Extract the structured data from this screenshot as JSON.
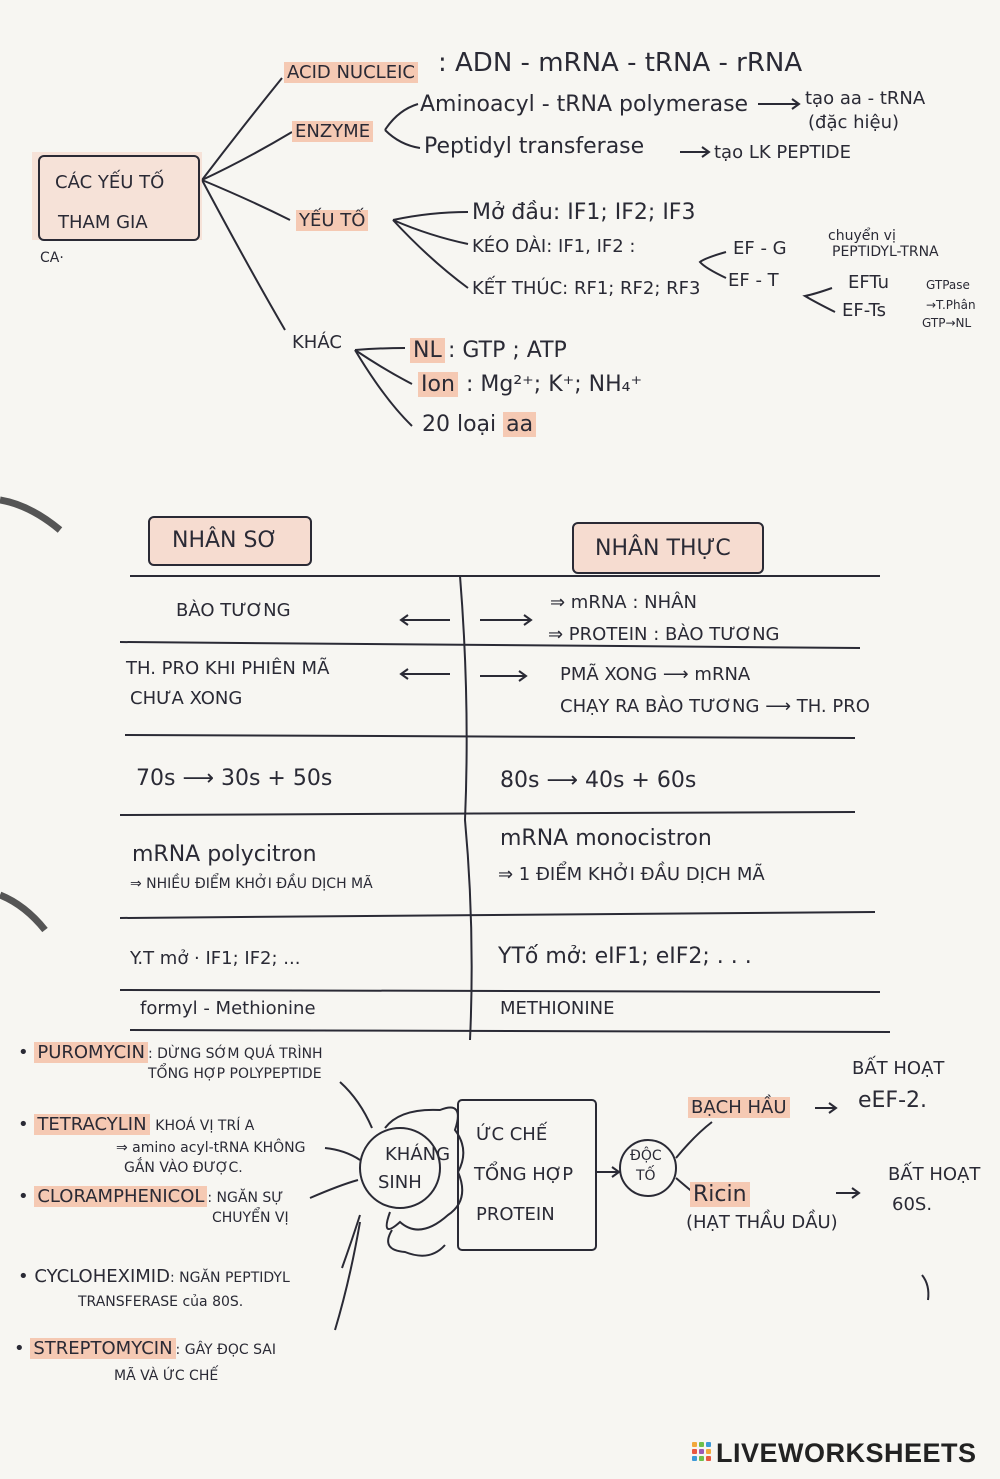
{
  "mindmap": {
    "root": {
      "line1": "CÁC YẾU TỐ",
      "line2": "THAM GIA",
      "note": "CA·"
    },
    "acid": {
      "label": "ACID NUCLEIC",
      "value": ": ADN - mRNA - tRNA - rRNA"
    },
    "enzyme": {
      "label": "ENZYME",
      "item1": "Aminoacyl - tRNA polymerase",
      "item1_result_line1": "tạo aa - tRNA",
      "item1_result_line2": "(đặc hiệu)",
      "item2": "Peptidyl transferase",
      "item2_result": "tạo LK PEPTIDE"
    },
    "factors": {
      "label": "YẾU TỐ",
      "init": "Mở đầu: IF1; IF2; IF3",
      "elong": "KÉO DÀI: IF1, IF2 :",
      "term": "KẾT THÚC: RF1; RF2; RF3",
      "efg": "EF - G",
      "efg_note_line1": "chuyển vị",
      "efg_note_line2": "PEPTIDYL-TRNA",
      "eft": "EF - T",
      "eftu": "EFTu",
      "efts": "EF-Ts",
      "gtp_line1": "GTPase",
      "gtp_line2": "→T.Phân",
      "gtp_line3": "GTP→NL"
    },
    "other": {
      "label": "KHÁC",
      "nl_label": "NL",
      "nl_value": ": GTP ; ATP",
      "ion_label": "Ion",
      "ion_value": ": Mg²⁺; K⁺; NH₄⁺",
      "aa_prefix": "20 loại ",
      "aa_highlight": "aa"
    }
  },
  "comparison": {
    "left_header": "NHÂN SƠ",
    "right_header": "NHÂN THỰC",
    "rows": [
      {
        "left": "BÀO TƯƠNG",
        "right1": "⇒ mRNA : NHÂN",
        "right2": "⇒ PROTEIN : BÀO TƯƠNG"
      },
      {
        "left1": "TH. PRO KHI PHIÊN MÃ",
        "left2": "CHƯA XONG",
        "right1": "PMÃ XONG ⟶ mRNA",
        "right2": "CHẠY RA BÀO TƯƠNG ⟶ TH. PRO"
      },
      {
        "left": "70s ⟶ 30s + 50s",
        "right": "80s ⟶ 40s + 60s"
      },
      {
        "left1": "mRNA polycitron",
        "left2": "⇒ NHIỀU ĐIỂM KHỞI ĐẦU DỊCH MÃ",
        "right1": "mRNA monocistron",
        "right2": "⇒ 1 ĐIỂM KHỞI ĐẦU DỊCH MÃ"
      },
      {
        "left": "Y.T mở · IF1; IF2; ...",
        "right": "YTố mở: eIF1; eIF2; . . ."
      },
      {
        "left": "formyl - Methionine",
        "right": "METHIONINE"
      }
    ]
  },
  "antibiotics": {
    "center_line1": "KHÁNG",
    "center_line2": "SINH",
    "inhibit_line1": "ỨC CHẾ",
    "inhibit_line2": "TỔNG HỢP",
    "inhibit_line3": "PROTEIN",
    "toxin_line1": "ĐỘC",
    "toxin_line2": "TỐ",
    "items": [
      {
        "name": "PUROMYCIN",
        "desc1": ": DỪNG SỚM QUÁ TRÌNH",
        "desc2": "TỔNG HỢP POLYPEPTIDE"
      },
      {
        "name": "TETRACYLIN",
        "desc1": "KHOÁ VỊ TRÍ A",
        "desc2": "⇒ amino acyl-tRNA KHÔNG",
        "desc3": "GẮN VÀO ĐƯỢC."
      },
      {
        "name": "CLORAMPHENICOL",
        "desc1": ": NGĂN SỰ",
        "desc2": "CHUYỂN VỊ"
      },
      {
        "name": "CYCLOHEXIMID",
        "desc1": ": NGĂN PEPTIDYL",
        "desc2": "TRANSFERASE của 80S."
      },
      {
        "name": "STREPTOMYCIN",
        "desc1": ": GÂY ĐỌC SAI",
        "desc2": "MÃ VÀ ỨC CHẾ"
      }
    ],
    "toxins": [
      {
        "name": "BẠCH HẦU",
        "effect1": "BẤT HOẠT",
        "effect2": "eEF-2."
      },
      {
        "name": "Ricin",
        "sub": "(HẠT THẦU DẦU)",
        "effect1": "BẤT HOẠT",
        "effect2": "60S."
      }
    ]
  },
  "watermark": "LIVEWORKSHEETS",
  "colors": {
    "ink": "#2a2a35",
    "highlight": "#f5c9b3",
    "paper": "#f7f6f2"
  }
}
